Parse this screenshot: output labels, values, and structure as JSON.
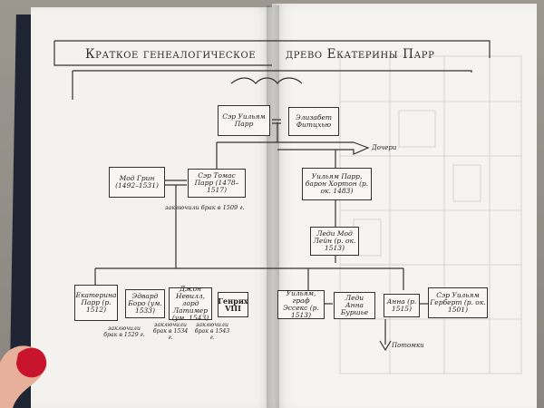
{
  "title": {
    "left": "Краткое генеалогическое",
    "right": "древо Екатерины Парр"
  },
  "people": {
    "william_parr": "Сэр Уильям Парр",
    "elizabeth_fitzhugh": "Элизабет Фитцхью",
    "maud_green": "Мод Грин (1492–1531)",
    "thomas_parr": "Сэр Томас Парр (1478–1517)",
    "william_parr_horton": "Уильям Парр, барон Хортон (р. ок. 1483)",
    "maud_lane": "Леди Мод Лейн (р. ок. 1513)",
    "catherine_parr": "Екатерина Парр (р. 1512)",
    "edward_borough": "Эдвард Боро (ум. 1533)",
    "john_neville": "Джон Невилл, лорд Латимер (ум. 1543)",
    "henry_viii": "Генрих VIII",
    "william_essex": "Уильям, граф Эссекс (р. 1513)",
    "anne_bourchier": "Леди Анна Буршье",
    "anne": "Анна (р. 1515)",
    "william_herbert": "Сэр Уильям Герберт (р. ок. 1501)"
  },
  "notes": {
    "marriage_1509": "заключили брак в 1509 г.",
    "marriage_1529": "заключили брак в 1529 г.",
    "marriage_1534": "заключили брак в 1534 г.",
    "marriage_1543": "заключили брак в 1543 г."
  },
  "arrows": {
    "right": "Дочери",
    "bottom": "Потомки"
  }
}
